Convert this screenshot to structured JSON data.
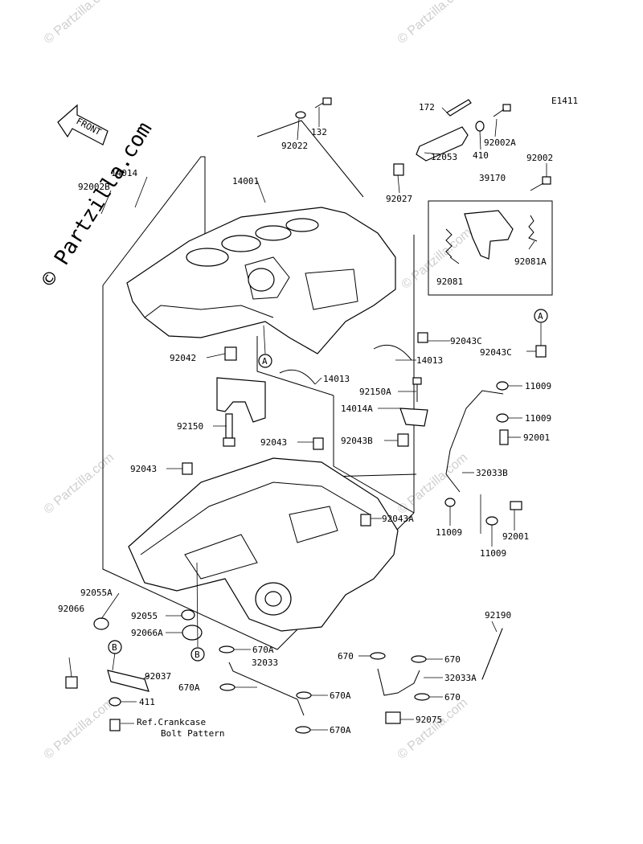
{
  "diagram_code": "E1411",
  "front_label": "FRONT",
  "watermark": "© Partzilla.com",
  "note": {
    "line1": "Ref.Crankcase",
    "line2": "Bolt Pattern"
  },
  "callouts": {
    "a": "A",
    "b": "B"
  },
  "labels": {
    "p14001": "14001",
    "p14014": "14014",
    "p92002B": "92002B",
    "p132": "132",
    "p92022": "92022",
    "p172": "172",
    "p12053": "12053",
    "p410": "410",
    "p92002A": "92002A",
    "p92027": "92027",
    "p39170": "39170",
    "p92002": "92002",
    "p92081": "92081",
    "p92081A": "92081A",
    "p92043C_1": "92043C",
    "p92043C_2": "92043C",
    "p14013_1": "14013",
    "p14013_2": "14013",
    "p92042": "92042",
    "p92150A": "92150A",
    "p14014A": "14014A",
    "p92150": "92150",
    "p92043_1": "92043",
    "p92043B": "92043B",
    "p92043_2": "92043",
    "p92043A": "92043A",
    "p11009_1": "11009",
    "p11009_2": "11009",
    "p92001_1": "92001",
    "p32033B": "32033B",
    "p11009_3": "11009",
    "p92001_2": "92001",
    "p11009_4": "11009",
    "p92055A": "92055A",
    "p92066": "92066",
    "p92055": "92055",
    "p92066A": "92066A",
    "p670A_1": "670A",
    "p32033": "32033",
    "p670A_2": "670A",
    "p670A_3": "670A",
    "p670A_4": "670A",
    "p92037": "92037",
    "p411": "411",
    "p670_1": "670",
    "p670_2": "670",
    "p670_3": "670",
    "p32033A": "32033A",
    "p92075": "92075",
    "p92190": "92190"
  }
}
